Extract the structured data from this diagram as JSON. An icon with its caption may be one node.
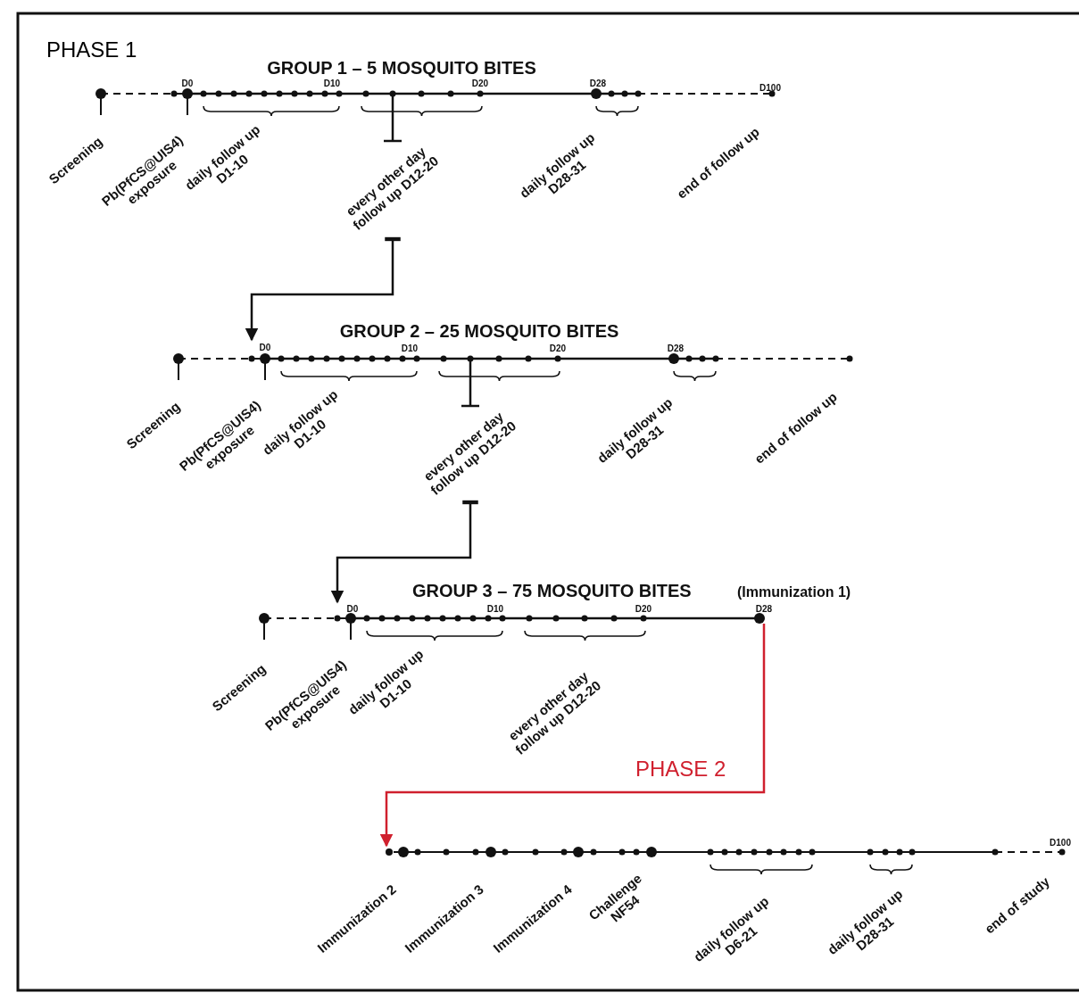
{
  "diagram": {
    "nodes": [
      {
        "text": [
          "every other day follow up D12-20"
        ]
      },
      {
        "text": [
          "D0"
        ]
      },
      {
        "text": [
          "every other day follow up D12-20"
        ]
      },
      {
        "text": [
          "D0"
        ]
      },
      {
        "text": [
          "D28"
        ]
      },
      {
        "text": [],
        "shape": "circle"
      }
    ],
    "edges": [
      {
        "from": 0,
        "to": 1,
        "arrow": "to"
      },
      {
        "from": 2,
        "to": 3,
        "arrow": "to"
      },
      {
        "from": 4,
        "to": 5,
        "arrow": "to",
        "color": "#d0202e"
      }
    ],
    "labels": [
      "PHASE 1",
      "GROUP 1 – 5 MOSQUITO BITES",
      "D0",
      "D10",
      "D20",
      "D28",
      "D100",
      "Screening",
      "Pb(PfCS@UIS4) exposure",
      "daily follow up D1-10",
      "daily follow up D28-31",
      "end of follow up",
      "GROUP 2 – 25 MOSQUITO BITES",
      "D10",
      "D20",
      "D28",
      "Screening",
      "Pb(PfCS@UIS4) exposure",
      "daily follow up D1-10",
      "daily follow up D28-31",
      "end of follow up",
      "GROUP 3 – 75 MOSQUITO BITES",
      "(Immunization 1)",
      "D10",
      "D20",
      "Screening",
      "Pb(PfCS@UIS4) exposure",
      "daily follow up D1-10",
      "every other day follow up D12-20",
      "PHASE 2",
      "D100",
      "Immunization 2",
      "Immunization 3",
      "Immunization 4",
      "Challenge NF54",
      "daily follow up D6-21",
      "daily follow up D28-31",
      "end of study"
    ]
  }
}
